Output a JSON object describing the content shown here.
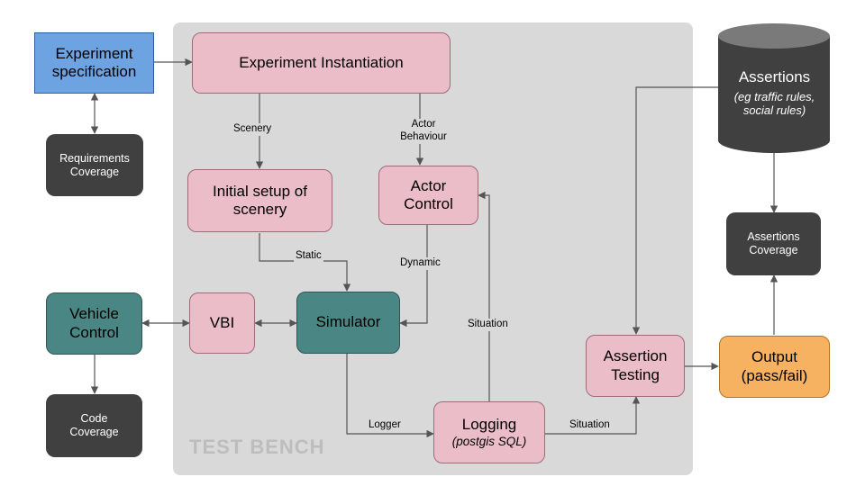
{
  "diagram": {
    "bench_label": "TEST BENCH",
    "nodes": {
      "experiment_spec": "Experiment specification",
      "requirements_coverage": "Requirements Coverage",
      "experiment_instantiation": "Experiment Instantiation",
      "initial_setup": "Initial setup of scenery",
      "actor_control": "Actor Control",
      "vehicle_control": "Vehicle Control",
      "vbi": "VBI",
      "simulator": "Simulator",
      "code_coverage": "Code Coverage",
      "logging_title": "Logging",
      "logging_sub": "(postgis SQL)",
      "assertions_title": "Assertions",
      "assertions_sub": "(eg traffic rules, social rules)",
      "assertions_coverage": "Assertions Coverage",
      "assertion_testing": "Assertion Testing",
      "output": "Output (pass/fail)"
    },
    "edge_labels": {
      "scenery": "Scenery",
      "actor_behaviour": "Actor Behaviour",
      "static": "Static",
      "dynamic": "Dynamic",
      "situation_up": "Situation",
      "logger": "Logger",
      "situation_right": "Situation"
    },
    "colors": {
      "bench": "#d9d9d9",
      "pink": "#ebbdc9",
      "blue": "#6ca3e0",
      "teal": "#4a8784",
      "dark": "#404040",
      "orange": "#f7b261"
    }
  }
}
